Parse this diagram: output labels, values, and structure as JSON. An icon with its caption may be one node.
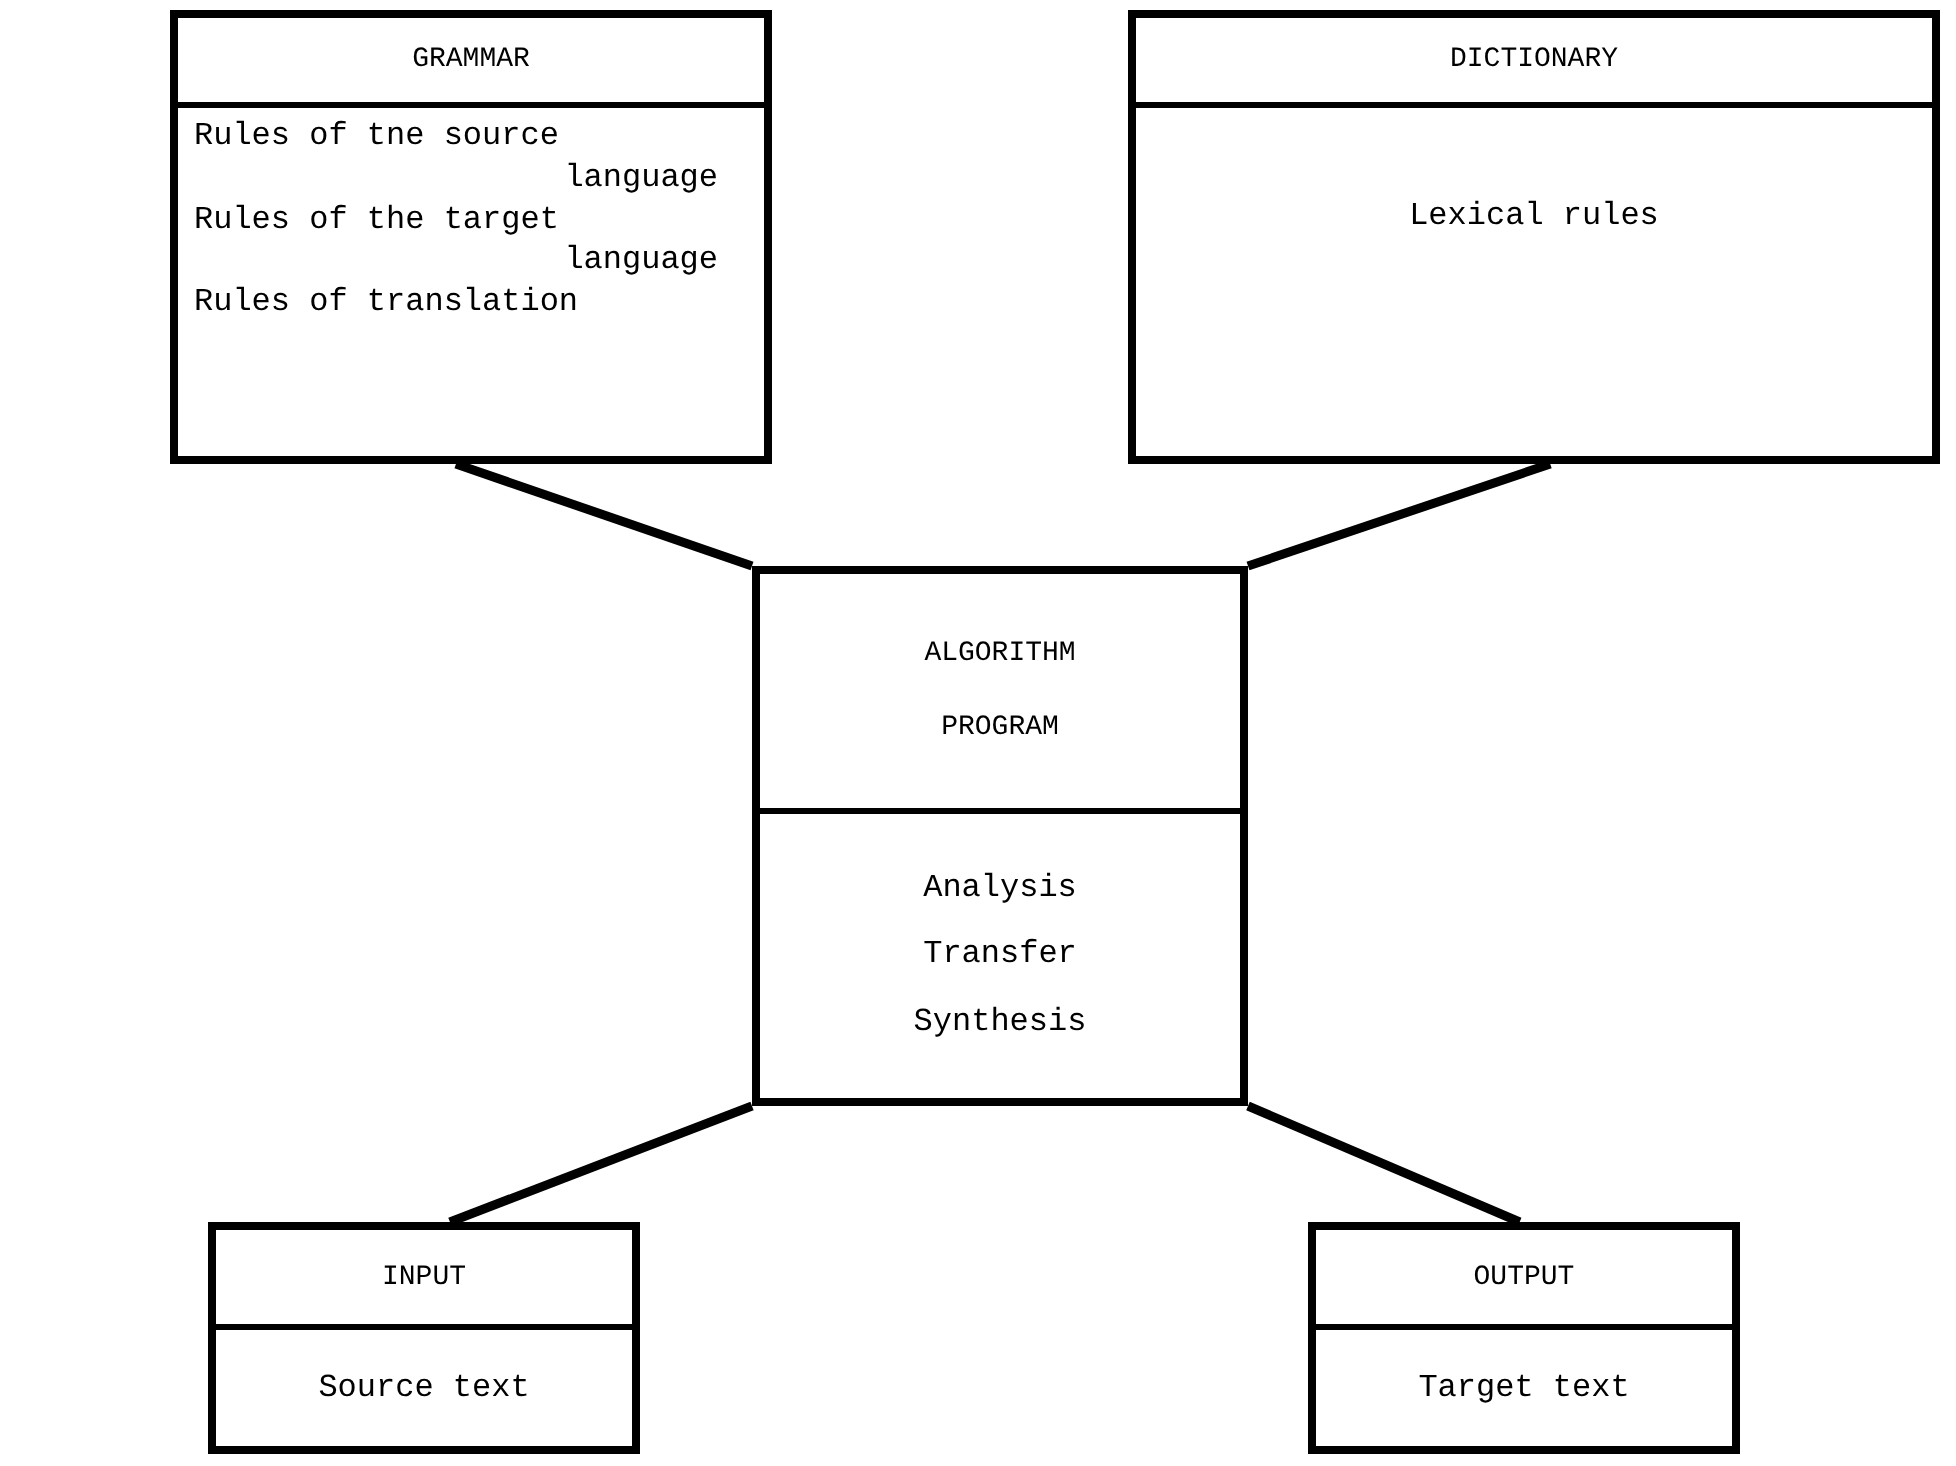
{
  "diagram": {
    "nodes": [
      {
        "text": [
          "GRAMMAR",
          "Rules of tne source language",
          "Rules of the target language",
          "Rules of translation"
        ]
      },
      {
        "text": [
          "DICTIONARY",
          "Lexical rules"
        ]
      },
      {
        "text": [
          "ALGORITHM PROGRAM",
          "Analysis",
          "Transfer",
          "Synthesis"
        ]
      },
      {
        "text": [
          "INPUT",
          "Source text"
        ]
      },
      {
        "text": [
          "OUTPUT",
          "Target text"
        ]
      }
    ],
    "edges": [
      {
        "from": 0,
        "to": 2,
        "arrow": "none"
      },
      {
        "from": 1,
        "to": 2,
        "arrow": "none"
      },
      {
        "from": 2,
        "to": 3,
        "arrow": "none"
      },
      {
        "from": 2,
        "to": 4,
        "arrow": "none"
      }
    ]
  }
}
